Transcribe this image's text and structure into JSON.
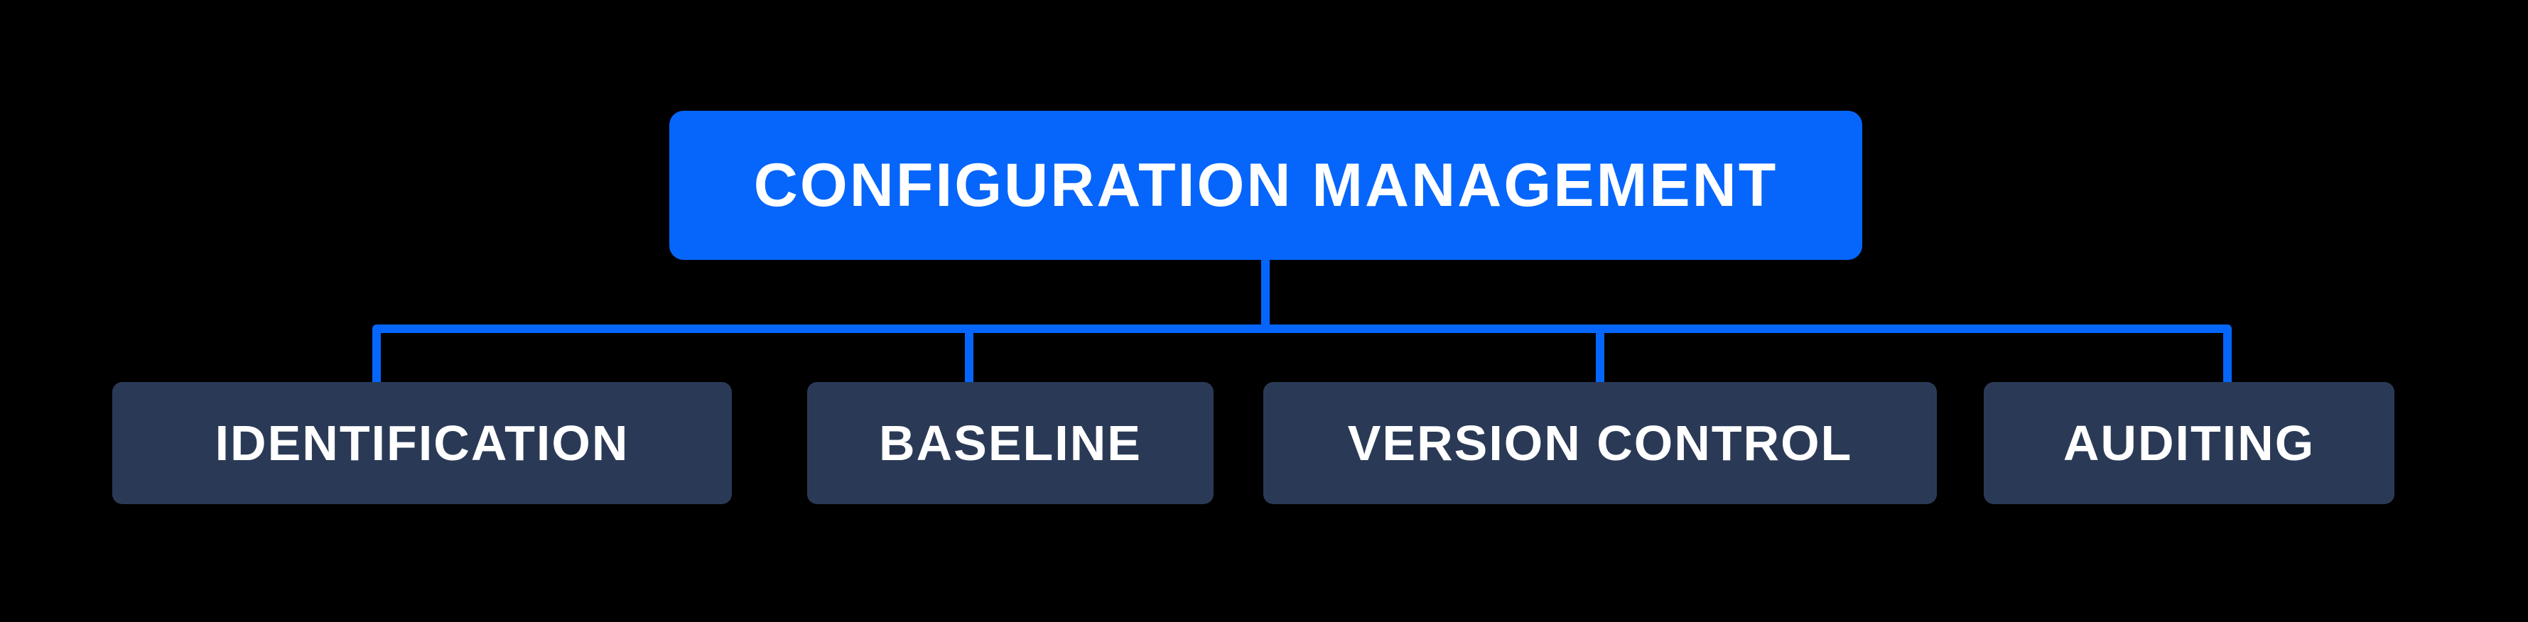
{
  "diagram": {
    "type": "tree",
    "root": {
      "label": "CONFIGURATION MANAGEMENT"
    },
    "children": [
      {
        "label": "IDENTIFICATION"
      },
      {
        "label": "BASELINE"
      },
      {
        "label": "VERSION CONTROL"
      },
      {
        "label": "AUDITING"
      }
    ]
  },
  "colors": {
    "background": "#000000",
    "root_fill": "#0666fb",
    "child_fill": "#2a3a56",
    "connector": "#0666fb",
    "text": "#ffffff"
  }
}
